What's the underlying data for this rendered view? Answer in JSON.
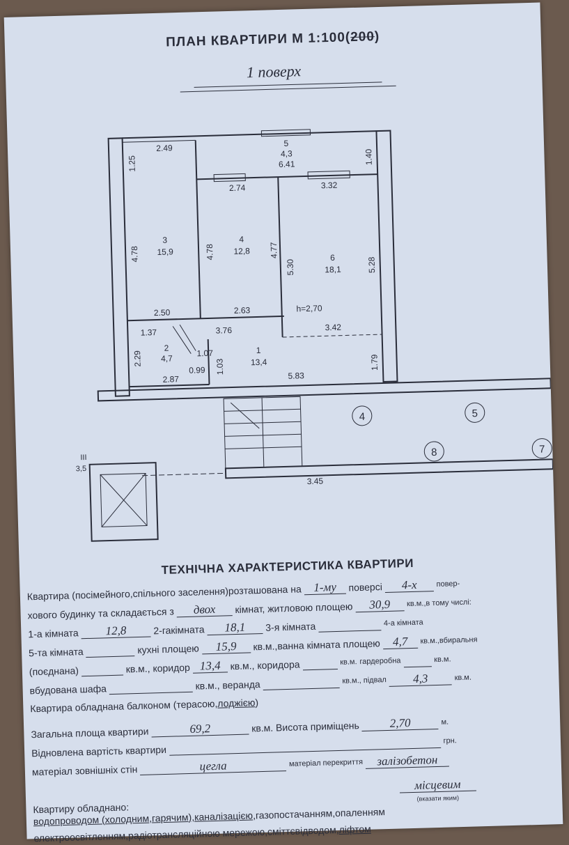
{
  "header": {
    "title_prefix": "ПЛАН КВАРТИРИ М 1:100(",
    "title_struck": "200",
    "title_suffix": ")",
    "floor": "1 поверх"
  },
  "plan": {
    "rooms": [
      {
        "id": "3",
        "area": "15,9"
      },
      {
        "id": "4",
        "area": "12,8"
      },
      {
        "id": "6",
        "area": "18,1"
      },
      {
        "id": "5",
        "area": "4,3"
      },
      {
        "id": "2",
        "area": "4,7"
      },
      {
        "id": "1",
        "area": "13,4"
      }
    ],
    "dimensions": {
      "d249": "2.49",
      "d125": "1.25",
      "d641": "6.41",
      "d140": "1.40",
      "d274": "2.74",
      "d332": "3.32",
      "d478a": "4.78",
      "d478b": "4.78",
      "d477": "4.77",
      "d530": "5.30",
      "d528": "5.28",
      "d250": "2.50",
      "d263": "2.63",
      "h": "h=2,70",
      "d137": "1.37",
      "d376": "3.76",
      "d342": "3.42",
      "d229": "2.29",
      "d107": "1.07",
      "d099": "0.99",
      "d103": "1.03",
      "d179": "1.79",
      "d287": "2.87",
      "d583": "5.83",
      "d345": "3.45"
    },
    "axes": [
      "4",
      "5",
      "8",
      "7"
    ],
    "section_mark": "III",
    "section_value": "3,5"
  },
  "characteristics": {
    "heading": "ТЕХНІЧНА ХАРАКТЕРИСТИКА КВАРТИРИ",
    "l1a": "Квартира (посімейного,спільного заселення)розташована на",
    "floor_val": "1-му",
    "l1b": "поверсі",
    "storeys_val": "4-х",
    "l1c": "повер-",
    "l2a": "хового будинку та складається з",
    "rooms_val": "двох",
    "l2b": "кімнат, житловою площею",
    "living_val": "30,9",
    "l2c": "кв.м.,в тому числі:",
    "l3a": "1-а кімната",
    "room1_val": "12,8",
    "l3b": "2-гакімната",
    "room2_val": "18,1",
    "l3c": "3-я кімната",
    "l3d": "4-а кімната",
    "l4a": "5-та кімната",
    "l4b": "кухні площею",
    "kitchen_val": "15,9",
    "l4c": "кв.м.,ванна кімната площею",
    "bath_val": "4,7",
    "l4d": "кв.м.,вбиральня",
    "l5a": "(поєднана)",
    "l5b": "кв.м., коридор",
    "corridor_val": "13,4",
    "l5c": "кв.м., коридора",
    "l5d": "кв.м.",
    "l5e": "гардеробна",
    "l5f": "кв.м.",
    "l6a": "вбудована шафа",
    "l6b": "кв.м., веранда",
    "l6c": "кв.м., підвал",
    "l6d": "кв.м.",
    "loggia_val": "4,3",
    "l7a": "Квартира обладнана балконом (терасою,",
    "l7b": "лоджією",
    "l7c": ")",
    "l8a": "Загальна площа квартири",
    "total_val": "69,2",
    "l8b": "кв.м. Висота приміщень",
    "height_val": "2,70",
    "l8c": "м.",
    "l9a": "Відновлена вартість квартири",
    "l9b": "грн.",
    "l10a": "матеріал зовнішніх стін",
    "walls_val": "цегла",
    "l10b": "матеріал перекриття",
    "ceiling_val": "залізобетон",
    "l11a": "Квартиру обладнано:",
    "heating_val": "місцевим",
    "heating_note": "(вказати яким)",
    "l12a": "водопроводом (",
    "l12b": "холодним",
    "l12c": ",",
    "l12d": "гарячим",
    "l12e": "),",
    "l12f": "каналізацією",
    "l12g": ",газопостачанням,опаленням",
    "l13a": "електроосвітленням,радіотрансляційною мережою,сміттєвідводом,",
    "l13b": "ліфтом"
  }
}
